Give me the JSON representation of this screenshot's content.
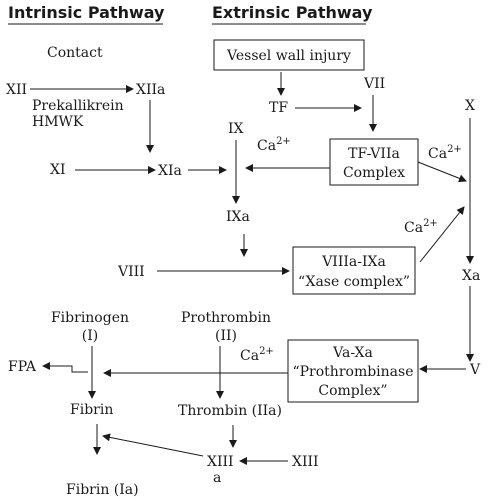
{
  "headers": {
    "intrinsic": "Intrinsic Pathway",
    "extrinsic": "Extrinsic Pathway"
  },
  "nodes": {
    "contact": "Contact",
    "xii": "XII",
    "xiia": "XIIa",
    "prekallikrein": "Prekallikrein",
    "hmwk": "HMWK",
    "xi": "XI",
    "xia": "XIa",
    "ix": "IX",
    "ixa": "IXa",
    "viii": "VIII",
    "vessel_wall_injury": "Vessel wall injury",
    "tf": "TF",
    "vii": "VII",
    "tf_viia_line1": "TF-VIIa",
    "tf_viia_line2": "Complex",
    "x": "X",
    "xa": "Xa",
    "viiia_ixa_line1": "VIIIa-IXa",
    "viiia_ixa_line2": "“Xase complex”",
    "va_xa_line1": "Va-Xa",
    "va_xa_line2": "“Prothrombinase",
    "va_xa_line3": "Complex”",
    "v": "V",
    "fibrinogen_line1": "Fibrinogen",
    "fibrinogen_line2": "(I)",
    "prothrombin_line1": "Prothrombin",
    "prothrombin_line2": "(II)",
    "fpa": "FPA",
    "fibrin": "Fibrin",
    "thrombin": "Thrombin (IIa)",
    "xiiia_line1": "XIII",
    "xiiia_line2": "a",
    "xiii": "XIII",
    "fibrin_ia": "Fibrin (Ia)"
  },
  "calcium": {
    "base": "Ca",
    "charge": "2+"
  }
}
